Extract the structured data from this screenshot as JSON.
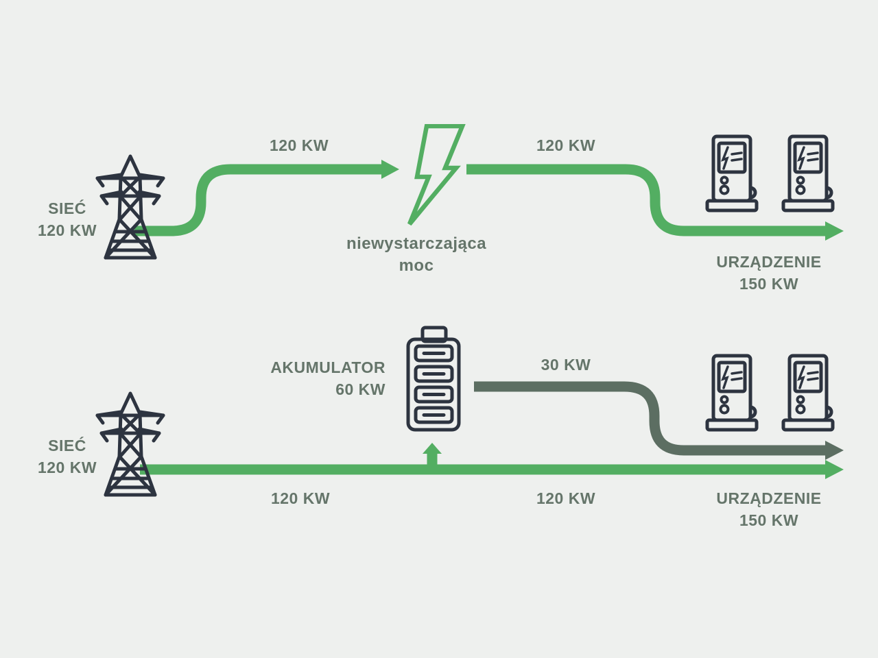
{
  "colors": {
    "bg": "#eef0ee",
    "green": "#53ae62",
    "dark": "#5c6e62",
    "label": "#65756a",
    "icon": "#2d3440"
  },
  "scenario_top": {
    "source": {
      "name": "SIEĆ",
      "value": "120 KW"
    },
    "flow1_label": "120 KW",
    "bolt_caption_line1": "niewystarczająca",
    "bolt_caption_line2": "moc",
    "flow2_label": "120 KW",
    "device": {
      "name": "URZĄDZENIE",
      "value": "150 KW"
    }
  },
  "scenario_bottom": {
    "source": {
      "name": "SIEĆ",
      "value": "120 KW"
    },
    "battery": {
      "name": "AKUMULATOR",
      "value": "60 KW"
    },
    "battery_flow_label": "30 KW",
    "flow1_label": "120 KW",
    "flow2_label": "120 KW",
    "device": {
      "name": "URZĄDZENIE",
      "value": "150 KW"
    }
  },
  "icons": {
    "power_tower": "transmission-tower",
    "lightning_bolt": "lightning-bolt",
    "ev_charger": "ev-charging-station",
    "battery": "battery-storage"
  }
}
